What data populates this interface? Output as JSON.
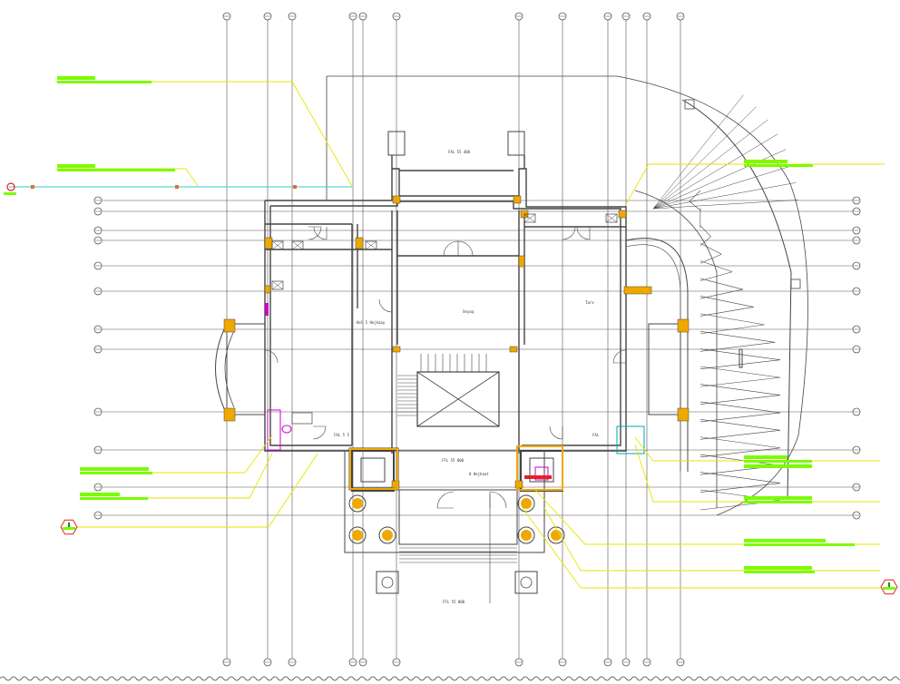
{
  "colors": {
    "background": "#ffffff",
    "wall": "#444444",
    "grid": "#555555",
    "column_fill": "#f0a800",
    "leader": "#e6e600",
    "callout": "#7cfc00",
    "cyan_line": "#33cccc",
    "fixture": "#cc00cc",
    "marker": "#e62020"
  },
  "room_labels": {
    "label_1": "Xeyaq",
    "label_2": "Tarx",
    "label_3": "Hol 5 Hejkaay",
    "label_4": "FAL 5 5",
    "label_5": "FFL 55 000",
    "label_6": "8 Hejkaat",
    "label_7": "FFL 55 000",
    "label_8": "FAL 55 488",
    "label_9": "FAL"
  },
  "icons": {
    "section_marker_left": "section-marker-icon",
    "section_marker_right": "section-marker-icon",
    "grid_bubble": "grid-bubble-icon"
  }
}
